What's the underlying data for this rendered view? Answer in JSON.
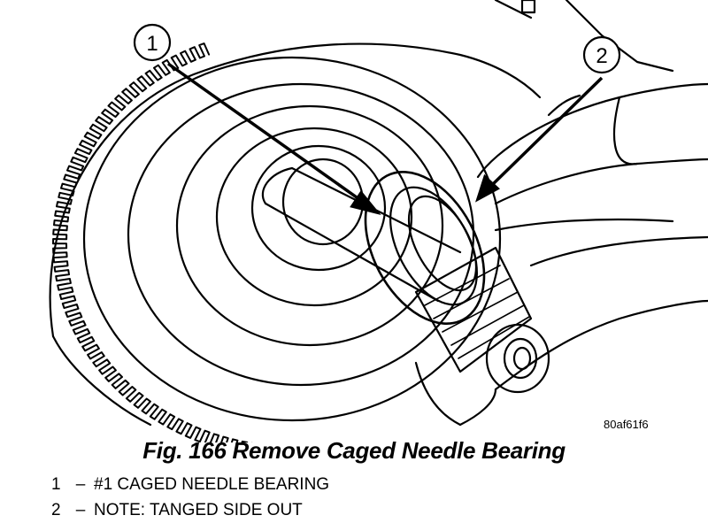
{
  "figure": {
    "callouts": [
      {
        "number": "1"
      },
      {
        "number": "2"
      }
    ],
    "image_code": "80af61f6"
  },
  "caption": "Fig. 166 Remove Caged Needle Bearing",
  "legend": [
    {
      "number": "1",
      "dash": "–",
      "text": "#1 CAGED NEEDLE BEARING"
    },
    {
      "number": "2",
      "dash": "–",
      "text": "NOTE: TANGED SIDE OUT"
    }
  ]
}
